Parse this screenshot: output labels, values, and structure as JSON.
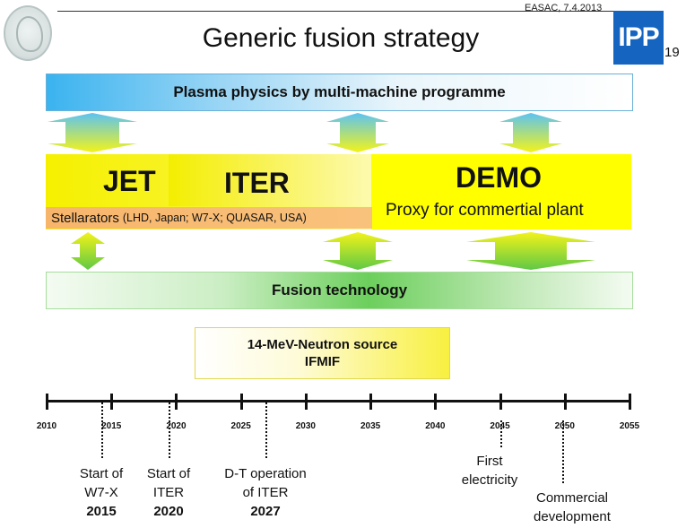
{
  "header": {
    "note": "EASAC, 7.4.2013",
    "title": "Generic fusion strategy",
    "logo_right": "IPP",
    "page_number": "19"
  },
  "plasma": {
    "label": "Plasma physics by multi-machine programme"
  },
  "machines": {
    "jet": "JET",
    "iter": "ITER",
    "demo": "DEMO",
    "demo_sub": "Proxy for commertial plant",
    "stellarators_main": "Stellarators",
    "stellarators_detail": "(LHD, Japan; W7-X; QUASAR, USA)"
  },
  "fusion": {
    "label": "Fusion technology"
  },
  "neutron": {
    "line1": "14-MeV-Neutron source",
    "line2": "IFMIF"
  },
  "timeline": {
    "years": [
      "2010",
      "2015",
      "2020",
      "2025",
      "2030",
      "2035",
      "2040",
      "2045",
      "2050",
      "2055"
    ]
  },
  "milestones": [
    {
      "line1": "Start of",
      "line2": "W7-X",
      "year": "2015"
    },
    {
      "line1": "Start of",
      "line2": "ITER",
      "year": "2020"
    },
    {
      "line1": "D-T operation",
      "line2": "of ITER",
      "year": "2027"
    },
    {
      "line1": "First",
      "line2": "electricity",
      "year": ""
    },
    {
      "line1": "Commercial",
      "line2": "development",
      "year": ""
    }
  ],
  "colors": {
    "plasma_blue": "#3ab3ef",
    "machine_yellow": "#ffff00",
    "stellarator_orange": "#f7b56b",
    "fusion_green": "#6ccf5c",
    "ipp_blue": "#1565c0"
  }
}
